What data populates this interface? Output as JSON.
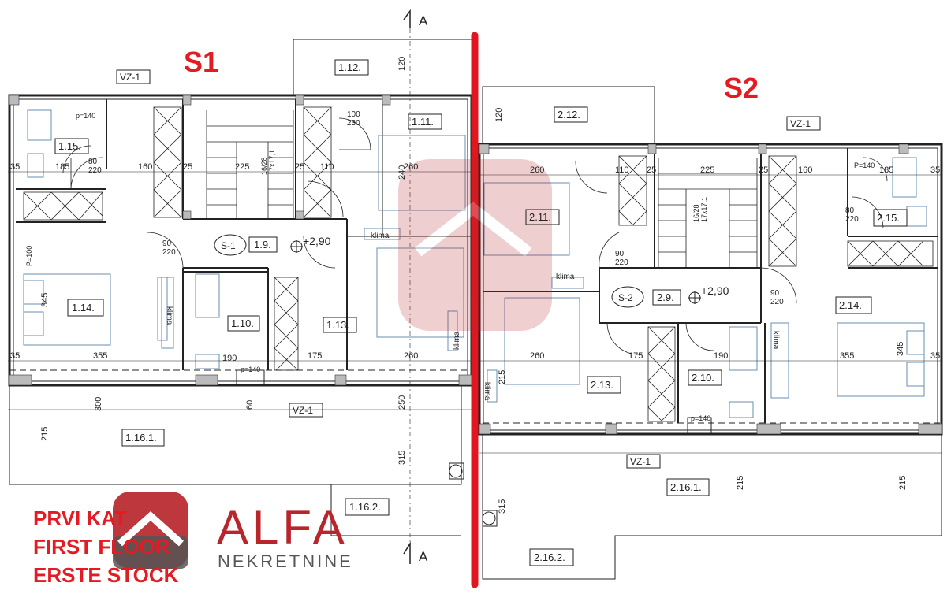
{
  "units": {
    "s1": "S1",
    "s2": "S2"
  },
  "section_marks": {
    "a_top": "A",
    "a_bottom": "A"
  },
  "rooms_s1": [
    "1.9.",
    "1.10.",
    "1.11.",
    "1.12.",
    "1.13.",
    "1.14.",
    "1.15.",
    "1.16.1.",
    "1.16.2."
  ],
  "rooms_s2": [
    "2.9.",
    "2.10.",
    "2.11.",
    "2.12.",
    "2.13.",
    "2.14.",
    "2.15.",
    "2.16.1.",
    "2.16.2."
  ],
  "stair_tags": {
    "s1": "S-1",
    "s2": "S-2"
  },
  "levels": {
    "s1": "+2,90",
    "s2": "+2,90"
  },
  "klima": "klima",
  "vz": "VZ-1",
  "stair_notes": {
    "s1": "16/28\n17x17,1",
    "s2": "16/28\n17x17,1"
  },
  "dimensions": {
    "s1_top": [
      "35",
      "185",
      "160",
      "25",
      "225",
      "25",
      "110",
      "260"
    ],
    "s1_bottom": [
      "35",
      "355",
      "190",
      "175",
      "260"
    ],
    "s2_top": [
      "260",
      "110",
      "25",
      "225",
      "25",
      "160",
      "185",
      "35"
    ],
    "s2_bottom": [
      "260",
      "175",
      "190",
      "355",
      "35"
    ],
    "door_pairs": [
      "80\n220",
      "90\n220",
      "100\n230",
      "90\n220",
      "80\n220",
      "90\n220"
    ],
    "vertical": [
      "120",
      "240",
      "345",
      "215",
      "315",
      "250",
      "300",
      "60"
    ]
  },
  "plumbing": [
    "p=140",
    "p=140",
    "P=140",
    "p=140",
    "P=100"
  ],
  "floor_labels": [
    "PRVI KAT",
    "FIRST FLOOR",
    "ERSTE STOCK"
  ],
  "logo": {
    "name": "ALFA",
    "sub": "NEKRETNINE"
  },
  "colors": {
    "accent_red": "#e31b23",
    "divider_red": "#e0171f",
    "wall_gray": "#333333",
    "logo_red": "#b8262b",
    "logo_gray": "#555555"
  }
}
